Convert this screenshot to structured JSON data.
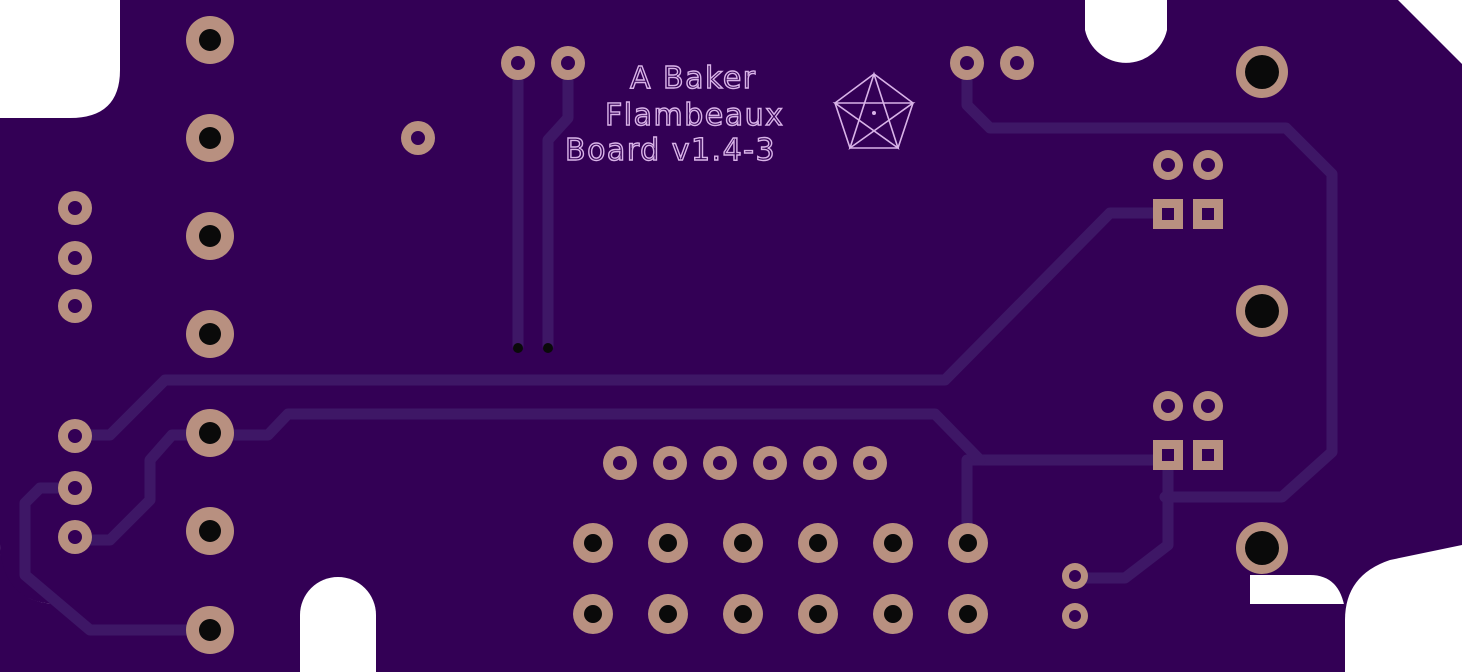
{
  "board": {
    "silkscreen_lines": [
      "A Baker",
      "Flambeaux",
      "Board v1.4-3"
    ],
    "logo": "pentagram-icon",
    "colors": {
      "substrate": "#330055",
      "copper_trace": "#3e1766",
      "pad": "#b89080",
      "hole": "#0a0a0a",
      "silkscreen": "#d9b3e8",
      "background": "#ffffff"
    }
  }
}
